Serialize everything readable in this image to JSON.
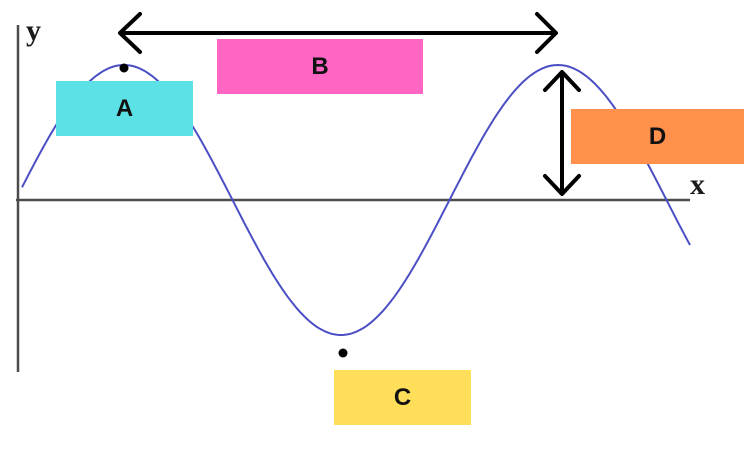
{
  "axes": {
    "y_label": "y",
    "x_label": "x"
  },
  "labels": {
    "a": {
      "text": "A",
      "color": "#5ce1e6"
    },
    "b": {
      "text": "B",
      "color": "#ff66c4"
    },
    "c": {
      "text": "C",
      "color": "#ffde59"
    },
    "d": {
      "text": "D",
      "color": "#ff914d"
    }
  },
  "colors": {
    "wave": "#4a4fc4",
    "axis": "#4d4d4d",
    "arrow": "#000000"
  }
}
